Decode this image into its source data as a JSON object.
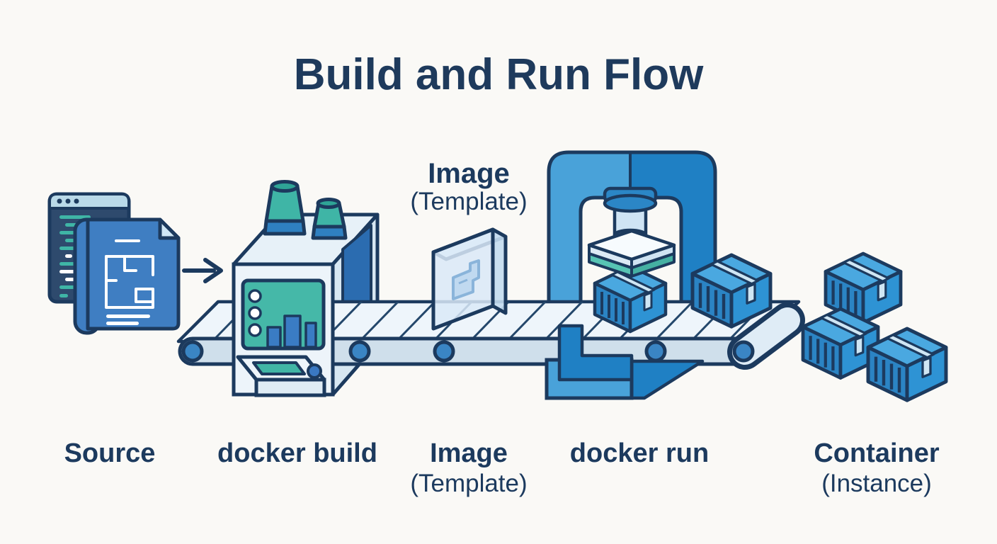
{
  "title": "Build and Run Flow",
  "stages": [
    {
      "id": "source",
      "label": "Source"
    },
    {
      "id": "docker-build",
      "label": "docker build"
    },
    {
      "id": "image",
      "label": "Image",
      "sublabel": "(Template)"
    },
    {
      "id": "docker-run",
      "label": "docker run"
    },
    {
      "id": "container",
      "label": "Container",
      "sublabel": "(Instance)"
    }
  ],
  "floating_label": {
    "label": "Image",
    "sublabel": "(Template)"
  },
  "icons": {
    "source": [
      "code-editor-window-icon",
      "blueprint-document-icon"
    ],
    "flow": "right-arrow-icon",
    "docker_build": [
      "build-machine-icon",
      "funnel-icon",
      "status-screen-icon",
      "output-tray-icon"
    ],
    "belt": "conveyor-belt-icon",
    "image": "translucent-template-panel-icon",
    "docker_run": [
      "press-frame-icon",
      "press-piston-icon",
      "press-plate-icon"
    ],
    "container": "shipping-box-icon"
  },
  "palette": {
    "background": "#faf9f6",
    "outline": "#1c3a5e",
    "text": "#1e3a5c",
    "teal": "#3fb5a6",
    "blueprint_blue": "#3f7ec2",
    "editor_body": "#2e4a6d",
    "machine_body": "#edf4fa",
    "belt_surface": "#eef5fb",
    "belt_band": "#cfdfeb",
    "roller_blue": "#3a85c4",
    "press_light": "#49a2d9",
    "press_dark": "#1f80c4",
    "box_top": "#4aa8e0",
    "box_side": "#2e93d4",
    "box_left": "#2b84c4",
    "tape": "#cfe6f4"
  }
}
